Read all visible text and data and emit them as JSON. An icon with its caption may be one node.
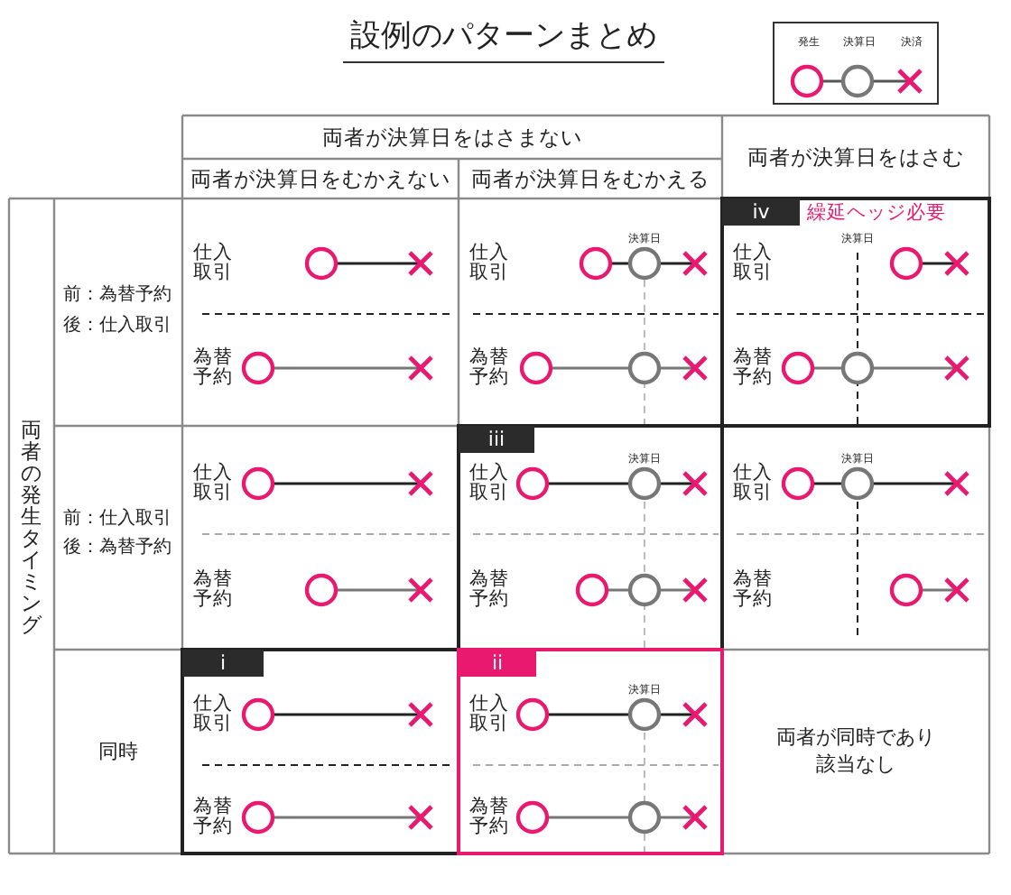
{
  "diagram": {
    "title": "設例のパターンまとめ",
    "labels": [
      "両者が決算日をはさまない",
      "両者が決算日をはさむ",
      "両者が決算日をむかえない",
      "両者が決算日をむかえる",
      "両者の発生タイミング",
      "前：為替予約",
      "後：仕入取引",
      "仕入取引",
      "為替予約",
      "決算日",
      "仕入取引",
      "為替予約",
      "iv",
      "繰延ヘッジ必要",
      "決算日",
      "仕入取引",
      "為替予約",
      "前：仕入取引",
      "後：為替予約",
      "仕入取引",
      "為替予約",
      "iii",
      "決算日",
      "仕入取引",
      "為替予約",
      "決算日",
      "仕入取引",
      "為替予約",
      "同時",
      "i",
      "仕入取引",
      "為替予約",
      "ii",
      "決算日",
      "仕入取引",
      "為替予約",
      "両者が同時であり該当なし"
    ],
    "legend": [
      {
        "text": "発生"
      },
      {
        "text": "決算日"
      },
      {
        "text": "決済"
      }
    ]
  }
}
